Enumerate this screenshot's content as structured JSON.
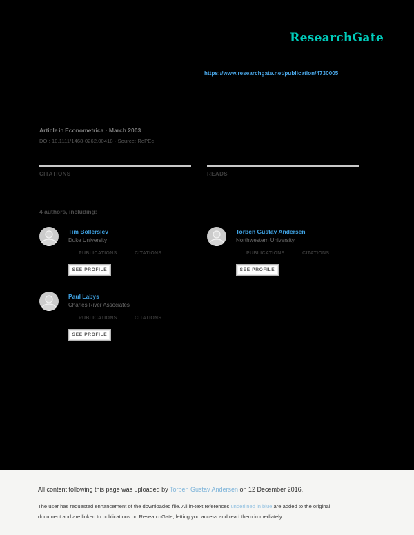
{
  "brand": {
    "logo_text": "ResearchGate",
    "logo_color": "#00CCBB"
  },
  "header": {
    "publication_url": "https://www.researchgate.net/publication/4730005"
  },
  "article_meta": {
    "type_label": "Article",
    "in_label": "in",
    "journal_line": "Econometrica · March 2003",
    "doi_line": "DOI: 10.1111/1468-0262.00418 · Source: RePEc"
  },
  "stats": {
    "citations_label": "CITATIONS",
    "reads_label": "READS"
  },
  "authors_section": {
    "heading": "4 authors, including:",
    "publications_label": "PUBLICATIONS",
    "citations_label": "CITATIONS",
    "see_profile_label": "SEE PROFILE",
    "authors": [
      {
        "name": "Tim Bollerslev",
        "affiliation": "Duke University"
      },
      {
        "name": "Torben Gustav Andersen",
        "affiliation": "Northwestern University"
      },
      {
        "name": "Paul Labys",
        "affiliation": "Charles River Associates"
      }
    ]
  },
  "footer": {
    "line1_prefix": "All content following this page was uploaded by ",
    "uploader_link": "Torben Gustav Andersen",
    "line1_suffix": " on 12 December 2016.",
    "note_part1": "The user has requested enhancement of the downloaded file. All in-text references ",
    "note_link": "underlined in blue",
    "note_part2": " are added to the original document and are linked to publications on ResearchGate, letting you access and read them immediately."
  },
  "colors": {
    "background": "#000000",
    "brand_teal": "#00CCBB",
    "link_blue": "#4AA7E8",
    "author_link_blue": "#3FA2E2",
    "footer_link_blue": "#7DB4DA",
    "footer_background": "#F5F5F3"
  }
}
